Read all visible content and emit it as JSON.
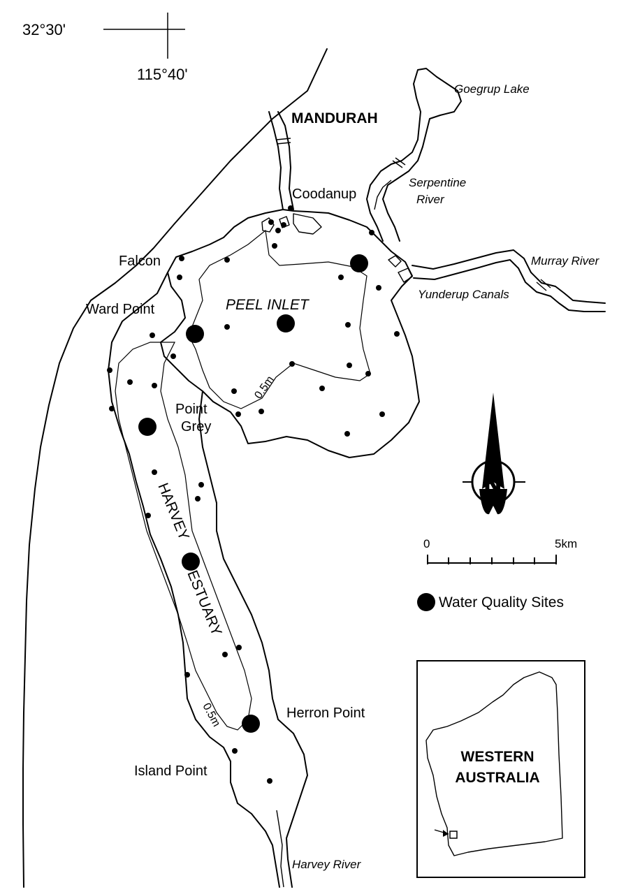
{
  "graticule": {
    "latitude": "32°30'",
    "longitude": "115°40'"
  },
  "places": {
    "mandurah": "MANDURAH",
    "goegrup": "Goegrup  Lake",
    "coodanup": "Coodanup",
    "serpentine_1": "Serpentine",
    "serpentine_2": "River",
    "murray": "Murray River",
    "yunderup": "Yunderup Canals",
    "falcon": "Falcon",
    "ward_point": "Ward Point",
    "peel_inlet": "PEEL INLET",
    "point_grey_1": "Point",
    "point_grey_2": "Grey",
    "harvey_1": "HARVEY",
    "harvey_2": "ESTUARY",
    "herron_point": "Herron Point",
    "island_point": "Island Point",
    "harvey_river": "Harvey River"
  },
  "contours": {
    "peel": "0.5m",
    "harvey": "0.5m"
  },
  "north_arrow": {
    "label": "N"
  },
  "scale_bar": {
    "start": "0",
    "end": "5km",
    "divisions": 6
  },
  "legend": {
    "label": "Water Quality Sites"
  },
  "inset": {
    "line1": "WESTERN",
    "line2": "AUSTRALIA"
  },
  "colors": {
    "ink": "#000000",
    "paper": "#ffffff"
  }
}
